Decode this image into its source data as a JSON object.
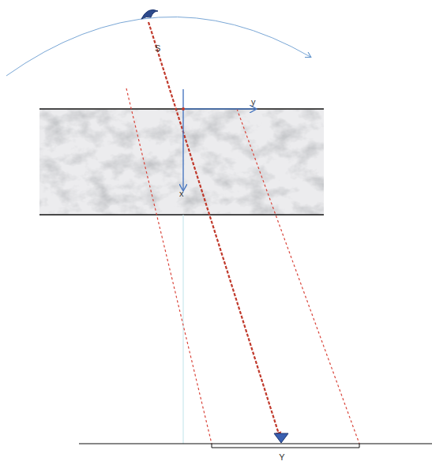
{
  "diagram": {
    "labels": [
      "S",
      "y",
      "x",
      "Y"
    ]
  }
}
